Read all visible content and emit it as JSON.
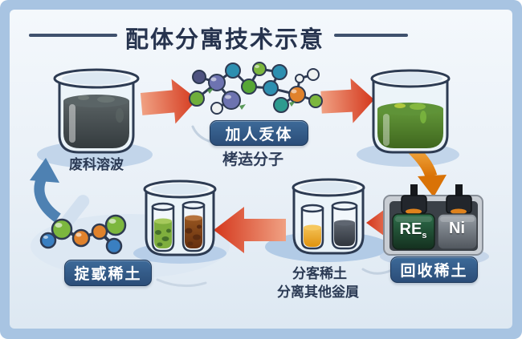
{
  "header": {
    "title": "配体分寓技术示意"
  },
  "labels": {
    "waste_solution": "废科溶波",
    "add_ligand_badge": "加人叐体",
    "specific_molecules": "栲迲分子",
    "extract_badge": "掟戜稀土",
    "separate_line1": "分客稀土",
    "separate_line2": "分离其他釡屓",
    "recover_badge": "回收稀土"
  },
  "battery": {
    "left_cell": "RE",
    "left_cell_subscript": "s",
    "right_cell": "Ni"
  },
  "icons": {
    "beaker_waste": "beaker-dark-liquid",
    "molecule_ligand": "molecule-cluster",
    "beaker_complex": "beaker-green-liquid",
    "battery": "battery-res-ni",
    "beaker_separated": "beaker-two-tubes-amber-gray",
    "beaker_extracted": "beaker-two-tubes-green-brown",
    "molecule_extracted": "molecule-chain",
    "arrow_step1": "red-arrow-right",
    "arrow_step2": "red-arrow-right",
    "arrow_step3": "orange-arrow-down",
    "arrow_step4": "red-arrow-left",
    "arrow_step5": "red-arrow-left",
    "arrow_recycle": "blue-arrow-up"
  },
  "colors": {
    "frame": "#a8c4e2",
    "panel": "#ecf3f9",
    "title_text": "#26334e",
    "label_text": "#2b3a54",
    "badge_bg": "#2f5480",
    "arrow_red": "#d63a1e",
    "arrow_orange": "#d97206",
    "arrow_blue": "#4e81b2",
    "liquid_dark": "#3e4649",
    "liquid_green": "#55832f",
    "liquid_amber": "#efa41f",
    "liquid_brown": "#8a4a1e",
    "liquid_slate": "#3f454e",
    "battery_cell_green": "#1f5038",
    "battery_cell_gray": "#767d85"
  }
}
